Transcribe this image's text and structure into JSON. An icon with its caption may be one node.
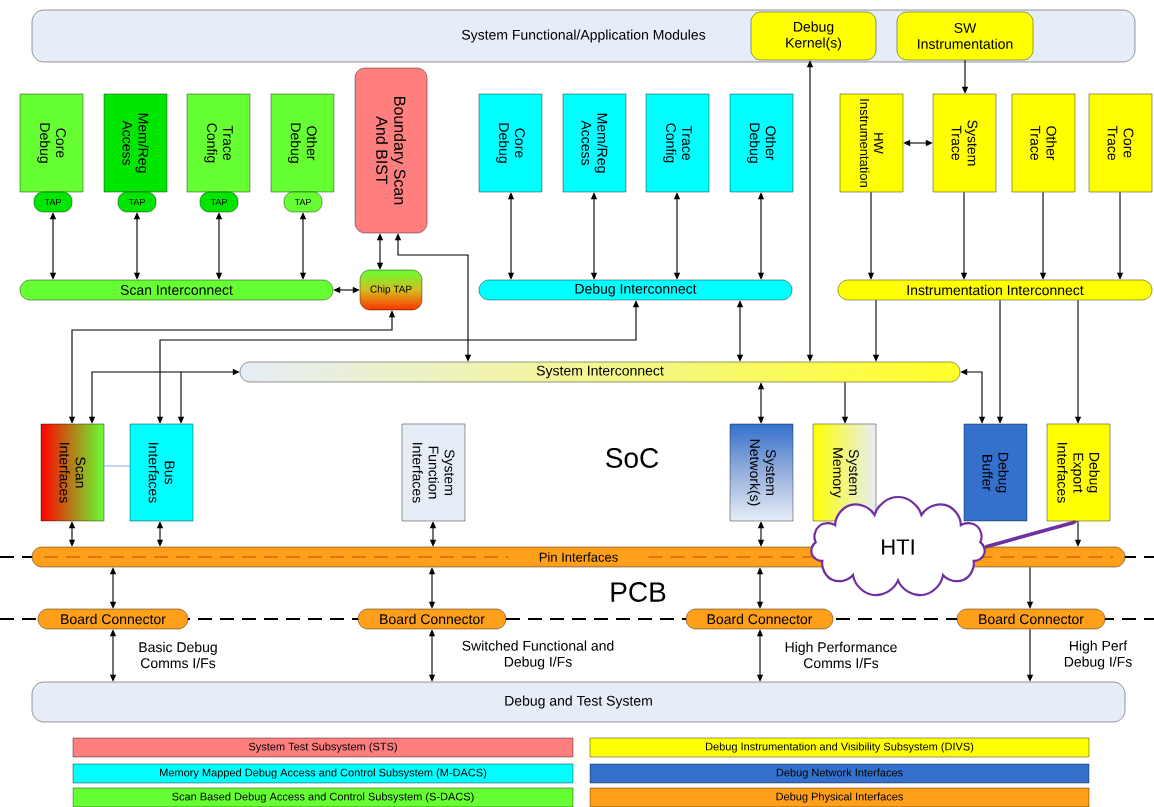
{
  "diagram": {
    "nodes": [
      {
        "text": [
          "System Functional/Application Modules"
        ]
      },
      {
        "text": [
          "Debug Kernel(s)"
        ],
        "in": 0
      },
      {
        "text": [
          "SW Instrumentation"
        ],
        "in": 0
      },
      {
        "text": [
          "Core Debug"
        ]
      },
      {
        "text": [
          "TAP"
        ]
      },
      {
        "text": [
          "Mem/Reg Access"
        ]
      },
      {
        "text": [
          "TAP"
        ]
      },
      {
        "text": [
          "Trace Config"
        ]
      },
      {
        "text": [
          "TAP"
        ]
      },
      {
        "text": [
          "Other Debug"
        ]
      },
      {
        "text": [
          "TAP"
        ]
      },
      {
        "text": [
          "Boundary Scan And BIST"
        ]
      },
      {
        "text": [
          "Scan Interconnect"
        ]
      },
      {
        "text": [
          "Chip TAP"
        ]
      },
      {
        "text": [
          "Core Debug"
        ]
      },
      {
        "text": [
          "Mem/Reg Access"
        ]
      },
      {
        "text": [
          "Trace Config"
        ]
      },
      {
        "text": [
          "Other Debug"
        ]
      },
      {
        "text": [
          "Debug Interconnect"
        ]
      },
      {
        "text": [
          "HW Instrumentation"
        ]
      },
      {
        "text": [
          "System Trace"
        ]
      },
      {
        "text": [
          "Other Trace"
        ]
      },
      {
        "text": [
          "Core Trace"
        ]
      },
      {
        "text": [
          "Instrumentation Interconnect"
        ]
      },
      {
        "text": [
          "System Interconnect"
        ]
      },
      {
        "text": [
          "Scan Interfaces"
        ]
      },
      {
        "text": [
          "Bus Interfaces"
        ]
      },
      {
        "text": [
          "System Function Interfaces"
        ]
      },
      {
        "text": [
          "System Network(s)"
        ]
      },
      {
        "text": [
          "System Memory"
        ]
      },
      {
        "text": [
          "Debug Buffer"
        ]
      },
      {
        "text": [
          "Debug Export Interfaces"
        ]
      },
      {
        "text": [
          "Pin Interfaces"
        ]
      },
      {
        "text": [
          "HTI"
        ]
      },
      {
        "text": [
          "Board Connector"
        ]
      },
      {
        "text": [
          "Board Connector"
        ]
      },
      {
        "text": [
          "Board Connector"
        ]
      },
      {
        "text": [
          "Board Connector"
        ]
      },
      {
        "text": [
          "Debug and Test System"
        ]
      }
    ],
    "edges": [
      {
        "from": 4,
        "to": 12,
        "arrow": "both"
      },
      {
        "from": 6,
        "to": 12,
        "arrow": "both"
      },
      {
        "from": 8,
        "to": 12,
        "arrow": "both"
      },
      {
        "from": 10,
        "to": 12,
        "arrow": "both"
      },
      {
        "from": 12,
        "to": 13,
        "arrow": "both"
      },
      {
        "from": 13,
        "to": 11,
        "arrow": "both"
      },
      {
        "from": 24,
        "to": 11,
        "arrow": "both"
      },
      {
        "from": 13,
        "to": 25,
        "arrow": "both"
      },
      {
        "from": 18,
        "to": 26,
        "arrow": "both"
      },
      {
        "from": 24,
        "to": 25,
        "arrow": "both"
      },
      {
        "from": 24,
        "to": 26,
        "arrow": "both"
      },
      {
        "from": 14,
        "to": 18,
        "arrow": "both"
      },
      {
        "from": 15,
        "to": 18,
        "arrow": "both"
      },
      {
        "from": 16,
        "to": 18,
        "arrow": "both"
      },
      {
        "from": 17,
        "to": 18,
        "arrow": "both"
      },
      {
        "from": 18,
        "to": 24,
        "arrow": "both"
      },
      {
        "from": 1,
        "to": 24,
        "arrow": "both"
      },
      {
        "from": 2,
        "to": 20,
        "arrow": "to"
      },
      {
        "from": 19,
        "to": 20,
        "arrow": "both"
      },
      {
        "from": 19,
        "to": 23,
        "arrow": "to"
      },
      {
        "from": 20,
        "to": 23,
        "arrow": "to"
      },
      {
        "from": 21,
        "to": 23,
        "arrow": "to"
      },
      {
        "from": 22,
        "to": 23,
        "arrow": "to"
      },
      {
        "from": 23,
        "to": 24,
        "arrow": "to"
      },
      {
        "from": 23,
        "to": 30,
        "arrow": "to"
      },
      {
        "from": 23,
        "to": 31,
        "arrow": "to"
      },
      {
        "from": 24,
        "to": 30,
        "arrow": "both"
      },
      {
        "from": 24,
        "to": 28,
        "arrow": "both"
      },
      {
        "from": 24,
        "to": 29,
        "arrow": "to"
      },
      {
        "from": 25,
        "to": 32,
        "arrow": "both"
      },
      {
        "from": 26,
        "to": 32,
        "arrow": "both"
      },
      {
        "from": 27,
        "to": 32,
        "arrow": "both"
      },
      {
        "from": 28,
        "to": 32,
        "arrow": "both"
      },
      {
        "from": 31,
        "to": 32,
        "arrow": "to"
      },
      {
        "from": 33,
        "to": 31,
        "arrow": "to",
        "style": "thick",
        "color": "#7030a0"
      },
      {
        "from": 25,
        "to": 26,
        "arrow": "none",
        "color": "#8eb4e3"
      },
      {
        "from": 32,
        "to": 34,
        "arrow": "both"
      },
      {
        "from": 32,
        "to": 35,
        "arrow": "both"
      },
      {
        "from": 32,
        "to": 36,
        "arrow": "both"
      },
      {
        "from": 32,
        "to": 37,
        "arrow": "to"
      },
      {
        "from": 34,
        "to": 38,
        "arrow": "both",
        "label": "Basic Debug Comms I/Fs"
      },
      {
        "from": 35,
        "to": 38,
        "arrow": "both",
        "label": "Switched Functional and Debug I/Fs"
      },
      {
        "from": 36,
        "to": 38,
        "arrow": "both",
        "label": "High Performance Comms I/Fs"
      },
      {
        "from": 37,
        "to": 38,
        "arrow": "to",
        "label": "High Perf Debug I/Fs"
      }
    ],
    "labels": [
      "SoC",
      "PCB"
    ],
    "legend": [
      {
        "text": "System Test Subsystem (STS)",
        "color": "#ff7f7f"
      },
      {
        "text": "Debug Instrumentation and Visibility Subsystem (DIVS)",
        "color": "#ffff00"
      },
      {
        "text": "Memory Mapped  Debug Access and Control Subsystem (M-DACS)",
        "color": "#00ffff"
      },
      {
        "text": "Debug Network Interfaces",
        "color": "#3471cc"
      },
      {
        "text": "Scan Based Debug Access and Control Subsystem (S-DACS)",
        "color": "#66ff33"
      },
      {
        "text": "Debug Physical Interfaces",
        "color": "#ff9f1a"
      }
    ]
  }
}
